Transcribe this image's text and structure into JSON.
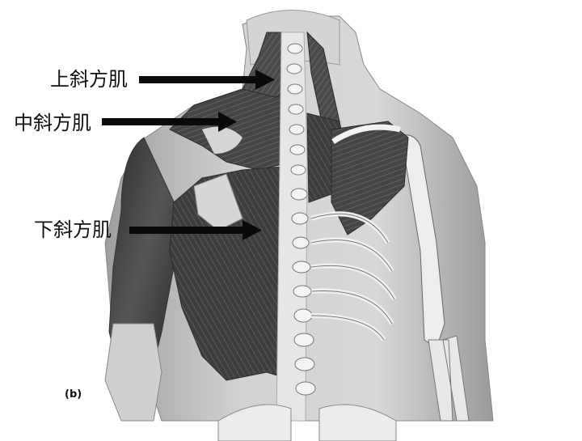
{
  "labels": {
    "upper_trapezius": "上斜方肌",
    "middle_trapezius": "中斜方肌",
    "lower_trapezius": "下斜方肌"
  },
  "panel_tag": "(b)",
  "colors": {
    "arrow": "#0a0a0a",
    "skin": "#c9c9c9",
    "muscle_dark": "#3a3a3a",
    "muscle_mid": "#5e5e5e",
    "bone": "#f2f2f2",
    "fascia": "#dcdcdc"
  }
}
